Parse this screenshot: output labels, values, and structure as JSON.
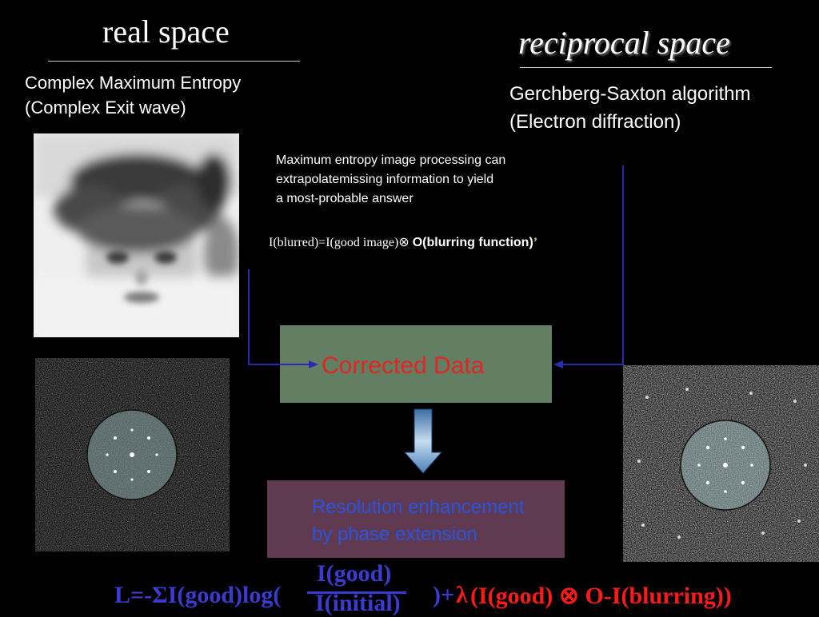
{
  "left": {
    "title": "real space",
    "subtitle_line1": "Complex Maximum Entropy",
    "subtitle_line2": "(Complex Exit wave)"
  },
  "right": {
    "title": "reciprocal space",
    "subtitle_line1": "Gerchberg-Saxton algorithm",
    "subtitle_line2": "(Electron diffraction)"
  },
  "note": {
    "line1": "Maximum entropy image processing can",
    "line2": "extrapolatemissing information to yield",
    "line3": "a most-probable answer"
  },
  "equation_top": {
    "serif_part": "I(blurred)=I(good image)⊗ ",
    "sans_part": "O(blurring function)",
    "tick": "’"
  },
  "boxes": {
    "corrected": "Corrected Data",
    "resolution_line1": "Resolution enhancement",
    "resolution_line2": "by phase extension"
  },
  "formula": {
    "lhs": "L=-ΣI(good)log(",
    "numerator": "I(good)",
    "denominator": "I(initial)",
    "close": ")+",
    "lambda": "λ",
    "rhs": "(I(good) ⊗ O-I(blurring))"
  },
  "colors": {
    "background": "#000000",
    "corrected_box": "#627e63",
    "resolution_box": "#5f3a50",
    "red_text": "#e32424",
    "blue_text": "#2a54e0",
    "formula_blue": "#3b3bd0",
    "formula_red": "#ff1a1a",
    "connector": "#2b2bb0"
  },
  "images": {
    "photo": "blurred-child-photo",
    "fft_left": "fft-pattern-left",
    "fft_right": "diffraction-pattern-right"
  }
}
